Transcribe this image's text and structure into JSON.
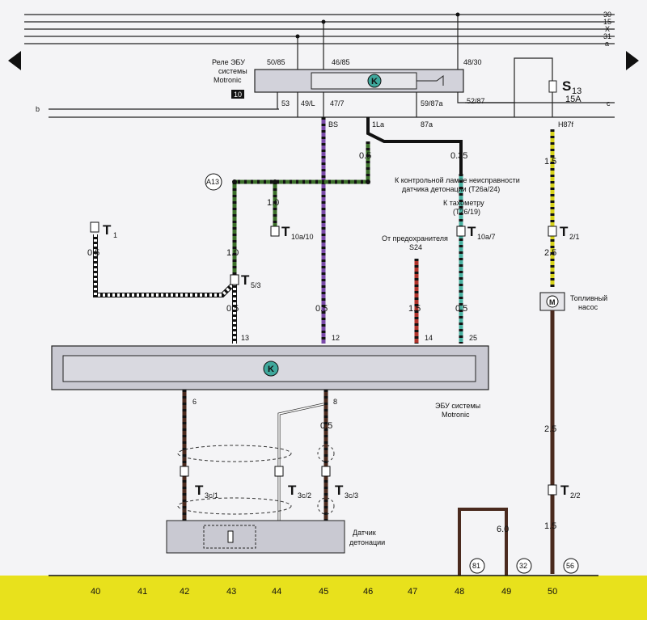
{
  "rails": {
    "r30": "30",
    "r15": "15",
    "rX": "X",
    "r31": "31",
    "ra": "a",
    "b": "b",
    "c": "c"
  },
  "relay": {
    "title_line1": "Реле ЭБУ",
    "title_line2": "системы",
    "title_line3": "Motronic",
    "number": "10",
    "k_symbol": "K",
    "pin_top_left": "50/85",
    "pin_top_mid": "46/85",
    "pin_top_right": "48/30",
    "pin_b53": "53",
    "pin_b49": "49/L",
    "pin_b47": "47/7",
    "pin_b59": "59/87a",
    "pin_b52": "52/87"
  },
  "fuse": {
    "name": "S",
    "sub": "13",
    "rating": "15A"
  },
  "wire_labels": {
    "bs": "BS",
    "la": "1La",
    "a87": "87a",
    "h87f": "H87f",
    "w05_a": "0.5",
    "w035": "0.35",
    "w15_a": "1.5",
    "w10": "1.0",
    "w05_t1": "0.5",
    "w10_b": "1.0",
    "w25_a": "2.5",
    "w05_b": "0.5",
    "w05_c": "0.5",
    "w15_b": "1.5",
    "w05_d": "0.5",
    "w05_e": "0.5",
    "w25_b": "2.5",
    "w60": "6.0",
    "w15_c": "1.5"
  },
  "notes": {
    "lamp_line1": "К контрольной лампе неисправности",
    "lamp_line2": "датчика детонации  (T26a/24)",
    "tacho_line1": "К тахометру",
    "tacho_line2": "(T26/19)",
    "fuse_line1": "От предохранителя",
    "fuse_line2": "S24",
    "pump_line1": "Топливный",
    "pump_line2": "насос",
    "ecu_line1": "ЭБУ системы",
    "ecu_line2": "Motronic",
    "sensor_line1": "Датчик",
    "sensor_line2": "детонации"
  },
  "connectors": {
    "t1": "T",
    "t1_sub": "1",
    "t10a10": "T",
    "t10a10_sub": "10a/10",
    "t10a7": "T",
    "t10a7_sub": "10a/7",
    "t21": "T",
    "t21_sub": "2/1",
    "t53": "T",
    "t53_sub": "5/3",
    "t3c1": "T",
    "t3c1_sub": "3c/1",
    "t3c2": "T",
    "t3c2_sub": "3c/2",
    "t3c3": "T",
    "t3c3_sub": "3c/3",
    "t22": "T",
    "t22_sub": "2/2"
  },
  "ecu": {
    "k_symbol": "K",
    "pin13": "13",
    "pin12": "12",
    "pin14": "14",
    "pin25": "25",
    "pin6": "6",
    "pin8": "8"
  },
  "misc": {
    "a13": "A13",
    "m": "M"
  },
  "refs": {
    "r81": "81",
    "r32": "32",
    "r56": "56"
  },
  "footer": {
    "c40": "40",
    "c41": "41",
    "c42": "42",
    "c43": "43",
    "c44": "44",
    "c45": "45",
    "c46": "46",
    "c47": "47",
    "c48": "48",
    "c49": "49",
    "c50": "50"
  },
  "colors": {
    "footer": "#e8e11c",
    "wire_brown": "#4a2a1e",
    "wire_violet": "#7a4aa8",
    "wire_green": "#3b6e2a",
    "wire_yellow": "#d6d21a",
    "wire_red": "#b0332b",
    "wire_teal": "#49b0a0",
    "ecu_fill": "#c9c9d2",
    "relay_fill": "#d2d2da",
    "k_fill": "#3fa89c"
  }
}
